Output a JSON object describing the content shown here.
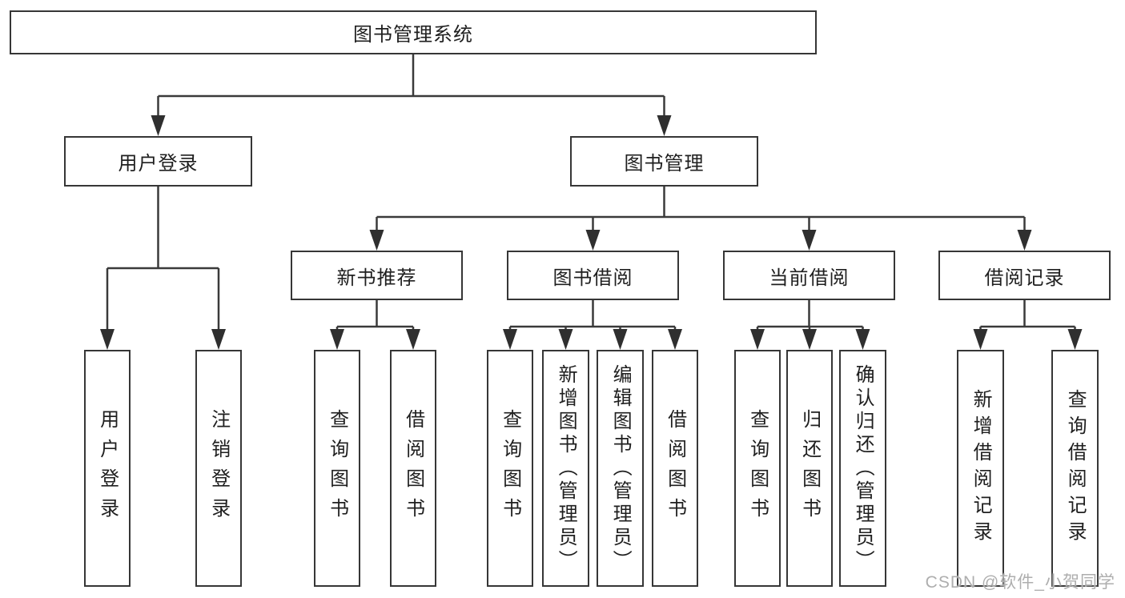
{
  "diagram": {
    "title": "图书管理系统",
    "nodes": {
      "root": {
        "label": "图书管理系统"
      },
      "user_login": {
        "label": "用户登录"
      },
      "book_mgmt": {
        "label": "图书管理"
      },
      "login": {
        "label": "用户登录"
      },
      "logout": {
        "label": "注销登录"
      },
      "new_book": {
        "label": "新书推荐"
      },
      "book_borrow": {
        "label": "图书借阅"
      },
      "cur_borrow": {
        "label": "当前借阅"
      },
      "borrow_rec": {
        "label": "借阅记录"
      },
      "nbr_query": {
        "label": "查询图书"
      },
      "nbr_borrow": {
        "label": "借阅图书"
      },
      "bb_query": {
        "label": "查询图书"
      },
      "bb_add": {
        "label": "新增图书（管理员）"
      },
      "bb_edit": {
        "label": "编辑图书（管理员）"
      },
      "bb_borrow": {
        "label": "借阅图书"
      },
      "cb_query": {
        "label": "查询图书"
      },
      "cb_return": {
        "label": "归还图书"
      },
      "cb_confirm": {
        "label": "确认归还（管理员）"
      },
      "br_add": {
        "label": "新增借阅记录"
      },
      "br_query": {
        "label": "查询借阅记录"
      }
    },
    "hierarchy": {
      "图书管理系统": {
        "用户登录": [
          "用户登录",
          "注销登录"
        ],
        "图书管理": {
          "新书推荐": [
            "查询图书",
            "借阅图书"
          ],
          "图书借阅": [
            "查询图书",
            "新增图书（管理员）",
            "编辑图书（管理员）",
            "借阅图书"
          ],
          "当前借阅": [
            "查询图书",
            "归还图书",
            "确认归还（管理员）"
          ],
          "借阅记录": [
            "新增借阅记录",
            "查询借阅记录"
          ]
        }
      }
    },
    "watermark": "CSDN @软件_小贺同学",
    "colors": {
      "line": "#3a3a3a",
      "arrow": "#2f2f2f",
      "border": "#363636",
      "text": "#1f1f1f",
      "watermark": "#aeaeae",
      "background": "#ffffff"
    }
  }
}
